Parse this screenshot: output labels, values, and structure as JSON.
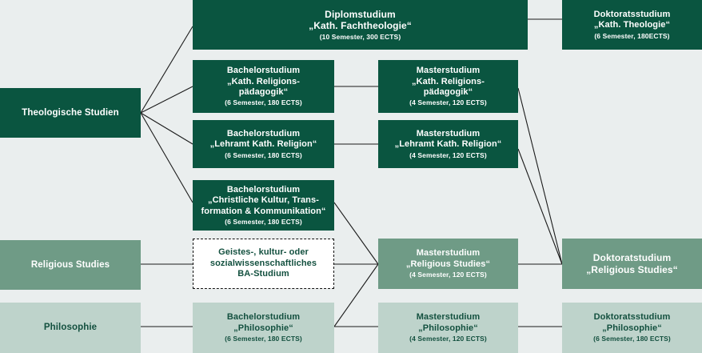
{
  "meta": {
    "diagram_title": "Studienangebot Theologie, Religious Studies, Philosophie",
    "colors": {
      "background": "#eaeeee",
      "dark_green": "#0a5540",
      "mid_green": "#6f9b86",
      "light_green": "#bed3cb",
      "white_box": "#ffffff",
      "line": "#1a1a1a",
      "dark_text": "#13503f",
      "light_text": "#ffffff"
    }
  },
  "categories": [
    {
      "id": "cat-theologische-studien",
      "label": "Theologische Studien",
      "style": "dark"
    },
    {
      "id": "cat-religious-studies",
      "label": "Religious Studies",
      "style": "mid"
    },
    {
      "id": "cat-philosophie",
      "label": "Philosophie",
      "style": "light"
    }
  ],
  "programs": [
    {
      "id": "diplom-kath-fachtheologie",
      "line1": "Diplomstudium",
      "line2": "„Kath. Fachtheologie“",
      "line3": "",
      "ects": "(10 Semester, 300 ECTS)",
      "style": "dark"
    },
    {
      "id": "doktorat-kath-theologie",
      "line1": "Doktoratsstudium",
      "line2": "„Kath. Theologie“",
      "line3": "",
      "ects": "(6 Semester, 180ECTS)",
      "style": "dark"
    },
    {
      "id": "bachelor-kath-religionspaedagogik",
      "line1": "Bachelorstudium",
      "line2": "„Kath. Religions-",
      "line3": "pädagogik“",
      "ects": "(6 Semester, 180 ECTS)",
      "style": "dark"
    },
    {
      "id": "master-kath-religionspaedagogik",
      "line1": "Masterstudium",
      "line2": "„Kath. Religions-",
      "line3": "pädagogik“",
      "ects": "(4 Semester, 120 ECTS)",
      "style": "dark"
    },
    {
      "id": "bachelor-lehramt-kath-religion",
      "line1": "Bachelorstudium",
      "line2": "„Lehramt Kath. Religion“",
      "line3": "",
      "ects": "(6 Semester, 180 ECTS)",
      "style": "dark"
    },
    {
      "id": "master-lehramt-kath-religion",
      "line1": "Masterstudium",
      "line2": "„Lehramt Kath. Religion“",
      "line3": "",
      "ects": "(4 Semester, 120 ECTS)",
      "style": "dark"
    },
    {
      "id": "bachelor-christliche-kultur",
      "line1": "Bachelorstudium",
      "line2": "„Christliche Kultur, Trans-",
      "line3": "formation & Kommunikation“",
      "ects": "(6 Semester, 180 ECTS)",
      "style": "dark"
    },
    {
      "id": "ba-studium-generisch",
      "line1": "Geistes-, kultur- oder",
      "line2": "sozialwissenschaftliches",
      "line3": "BA-Studium",
      "ects": "",
      "style": "white"
    },
    {
      "id": "master-religious-studies",
      "line1": "Masterstudium",
      "line2": "„Religious Studies“",
      "line3": "",
      "ects": "(4 Semester, 120 ECTS)",
      "style": "mid"
    },
    {
      "id": "doktorat-religious-studies",
      "line1": "Doktoratstudium",
      "line2": "„Religious Studies“",
      "line3": "",
      "ects": "",
      "style": "mid"
    },
    {
      "id": "bachelor-philosophie",
      "line1": "Bachelorstudium",
      "line2": "„Philosophie“",
      "line3": "",
      "ects": "(6 Semester, 180 ECTS)",
      "style": "light"
    },
    {
      "id": "master-philosophie",
      "line1": "Masterstudium",
      "line2": "„Philosophie“",
      "line3": "",
      "ects": "(4 Semester, 120 ECTS)",
      "style": "light"
    },
    {
      "id": "doktorat-philosophie",
      "line1": "Doktoratsstudium",
      "line2": "„Philosophie“",
      "line3": "",
      "ects": "(6 Semester, 180 ECTS)",
      "style": "light"
    }
  ],
  "connections": [
    {
      "from": "cat-theologische-studien",
      "to": "diplom-kath-fachtheologie"
    },
    {
      "from": "cat-theologische-studien",
      "to": "bachelor-kath-religionspaedagogik"
    },
    {
      "from": "cat-theologische-studien",
      "to": "bachelor-lehramt-kath-religion"
    },
    {
      "from": "cat-theologische-studien",
      "to": "bachelor-christliche-kultur"
    },
    {
      "from": "diplom-kath-fachtheologie",
      "to": "doktorat-kath-theologie"
    },
    {
      "from": "bachelor-kath-religionspaedagogik",
      "to": "master-kath-religionspaedagogik"
    },
    {
      "from": "bachelor-lehramt-kath-religion",
      "to": "master-lehramt-kath-religion"
    },
    {
      "from": "master-kath-religionspaedagogik",
      "to": "doktorat-religious-studies"
    },
    {
      "from": "master-lehramt-kath-religion",
      "to": "doktorat-religious-studies"
    },
    {
      "from": "bachelor-christliche-kultur",
      "to": "master-religious-studies"
    },
    {
      "from": "cat-religious-studies",
      "to": "ba-studium-generisch"
    },
    {
      "from": "ba-studium-generisch",
      "to": "master-religious-studies"
    },
    {
      "from": "master-religious-studies",
      "to": "doktorat-religious-studies"
    },
    {
      "from": "cat-philosophie",
      "to": "bachelor-philosophie"
    },
    {
      "from": "bachelor-philosophie",
      "to": "master-religious-studies"
    },
    {
      "from": "bachelor-philosophie",
      "to": "master-philosophie"
    },
    {
      "from": "master-philosophie",
      "to": "doktorat-philosophie"
    }
  ]
}
